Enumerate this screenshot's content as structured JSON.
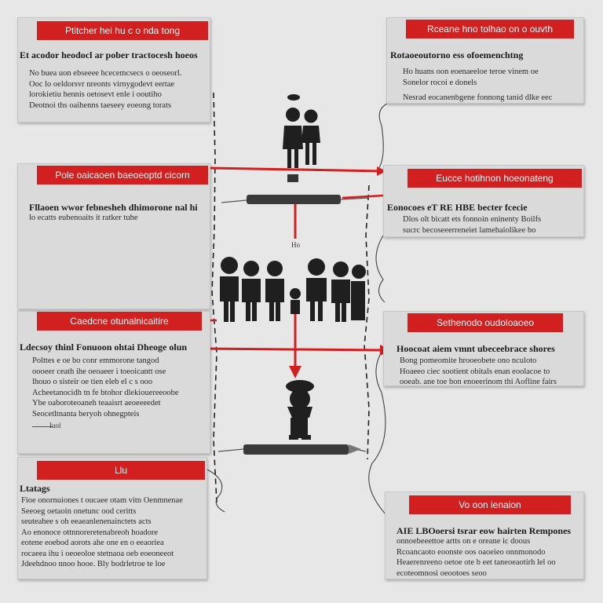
{
  "panels": {
    "top_left": {
      "title": "Ptitcher hei hu c o nda tong",
      "heading": "Et acodor heodocl ar pober tractocesh hoeos",
      "lines": [
        "No buea uon ebseeee hcecemcsecs o oeoseorl.",
        "Ooc lo oeldorsvr nreonts virnygodevt eertae",
        "lorokietiu hennis oetosevt enle i ooutiho",
        "Deotnoi ths oaihenns taeseey eoeong torats"
      ]
    },
    "top_right": {
      "title": "Rceane hno tolhao on o ouvth",
      "heading": "Rotaoeoutorno ess ofoemenchtng",
      "lines": [
        "Ho huans oon eoenaeeloe teroe vinem oe",
        "Sonelor rocoi e donels",
        "Nesrad eocanenbgene fonnong tanid dlke eec"
      ]
    },
    "mid_left": {
      "title": "Pole oaicaoen baeoeoptd cicorn",
      "heading": "Fllaoen wwor febnesheh dhimorone nal hi",
      "lines": [
        "lo ecatts eubenoaits it ratker tuhe"
      ]
    },
    "mid_right": {
      "title": "Eucce hotihnon hoeonateng",
      "heading": "Eonocoes eT RE HBE becter fcecie",
      "lines": [
        "Dlos olt bicatt ets fonnoin eninenty Boilfs",
        "sucrc becoseeerreneiet lamehaiolikee bo"
      ]
    },
    "low_left": {
      "title": "Caedcne otunalnicaitire",
      "heading": "Ldecsoy thinl Fonuoon ohtai Dheoge olun",
      "lines": [
        "Polttes e oe bo conr emmorone tangod",
        "oooeer ceath ihe oeoaeer i toeoicantt ose",
        "lhouo o sisteir oe tien eleb el c s ooo",
        "Acheetanocidh tn fe btohor dlekiouereeoobe",
        "Ybe oaboroteoaneh teaaisrt aeoeeeedet",
        "Seocetltnanta beryoh ohnegpteis"
      ],
      "caption": "Iuol"
    },
    "low_right": {
      "title": "Sethenodo oudoloaoeo",
      "heading": "Hoocoat aiem vmnt ubeceebrace shores",
      "lines": [
        "Bong pomeomite hrooeobete ono nculoto",
        "Hoaeeo ciec sootient obitals enan eoolacoe to",
        "ooeab. ane toe bon enoeerinom thi Aofline fairs"
      ]
    },
    "bottom_left": {
      "title": "Llu",
      "heading": "Ltatags",
      "lines": [
        "Fioe onornuiones t oucaee otam vitn Oenmnenae",
        "Seeoeg oetaoin onetunc ood ceritts",
        "seuteahee s oh eeaeanlenenainctets acts",
        "Ao enonoce ottnnoreretenabreoh hoadore",
        "eotene eoebod aorots ahe one en o eeaoriea",
        "rocaeea ihu i oeoeoloe stetnaoa oeb eoeoneeot",
        "Jdeehdnoo nnoo hooe. Bly bodrletroe te loe"
      ]
    },
    "bottom_right": {
      "title": "Vo oon ienaion",
      "heading": "AIE LBOoersi tsrar eow hairten Rempones",
      "lines": [
        "onnoebeeettoe artts on e oreane ic doous",
        "Rcoancaoto eoonste oos oaoeieo onnmonodo",
        "Heaerenreeno oetoe ote b eet taneoeaotirh lel oo",
        "ecoteomnosi oeootoes seoo"
      ]
    }
  },
  "center_label": "Ho",
  "colors": {
    "accent": "#d21f1f",
    "panel": "#dadada",
    "background": "#e7e7e7",
    "figure": "#1f1f1f"
  }
}
